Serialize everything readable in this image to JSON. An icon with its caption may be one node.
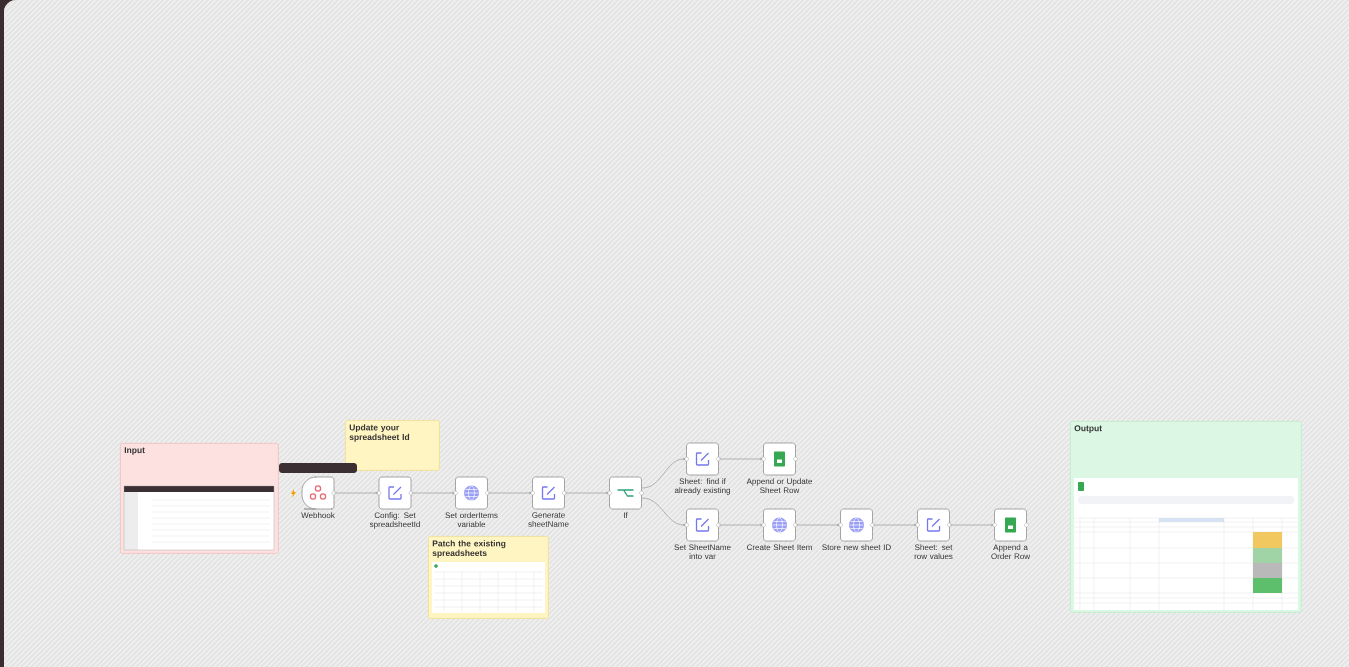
{
  "diagram": {
    "nodes": [
      {
        "text": [
          "Input"
        ]
      },
      {
        "text": [
          "Update your spreadsheet Id"
        ]
      },
      {
        "text": [
          "Webhook"
        ]
      },
      {
        "text": [
          "Config: Set spreadsheetId"
        ]
      },
      {
        "text": [
          "Set orderItems variable"
        ]
      },
      {
        "text": [
          "Generate sheetName"
        ]
      },
      {
        "text": [
          "If"
        ]
      },
      {
        "text": [
          "Sheet: find if already existing"
        ]
      },
      {
        "text": [
          "Append or Update Sheet Row"
        ]
      },
      {
        "text": [
          "Set SheetName into var"
        ]
      },
      {
        "text": [
          "Create Sheet Item"
        ]
      },
      {
        "text": [
          "Store new sheet ID"
        ]
      },
      {
        "text": [
          "Sheet: set row values"
        ]
      },
      {
        "text": [
          "Append a Order Row"
        ]
      },
      {
        "text": [
          "Patch the existing spreadsheets"
        ]
      },
      {
        "text": [
          "Output"
        ]
      }
    ],
    "edges": [
      {
        "from": 2,
        "to": 3,
        "arrow": "to"
      },
      {
        "from": 3,
        "to": 4,
        "arrow": "to"
      },
      {
        "from": 4,
        "to": 5,
        "arrow": "to"
      },
      {
        "from": 5,
        "to": 6,
        "arrow": "to"
      },
      {
        "from": 6,
        "to": 7,
        "arrow": "to"
      },
      {
        "from": 6,
        "to": 9,
        "arrow": "to"
      },
      {
        "from": 7,
        "to": 8,
        "arrow": "to"
      },
      {
        "from": 9,
        "to": 10,
        "arrow": "to"
      },
      {
        "from": 10,
        "to": 11,
        "arrow": "to"
      },
      {
        "from": 11,
        "to": 12,
        "arrow": "to"
      },
      {
        "from": 12,
        "to": 13,
        "arrow": "to"
      }
    ]
  }
}
